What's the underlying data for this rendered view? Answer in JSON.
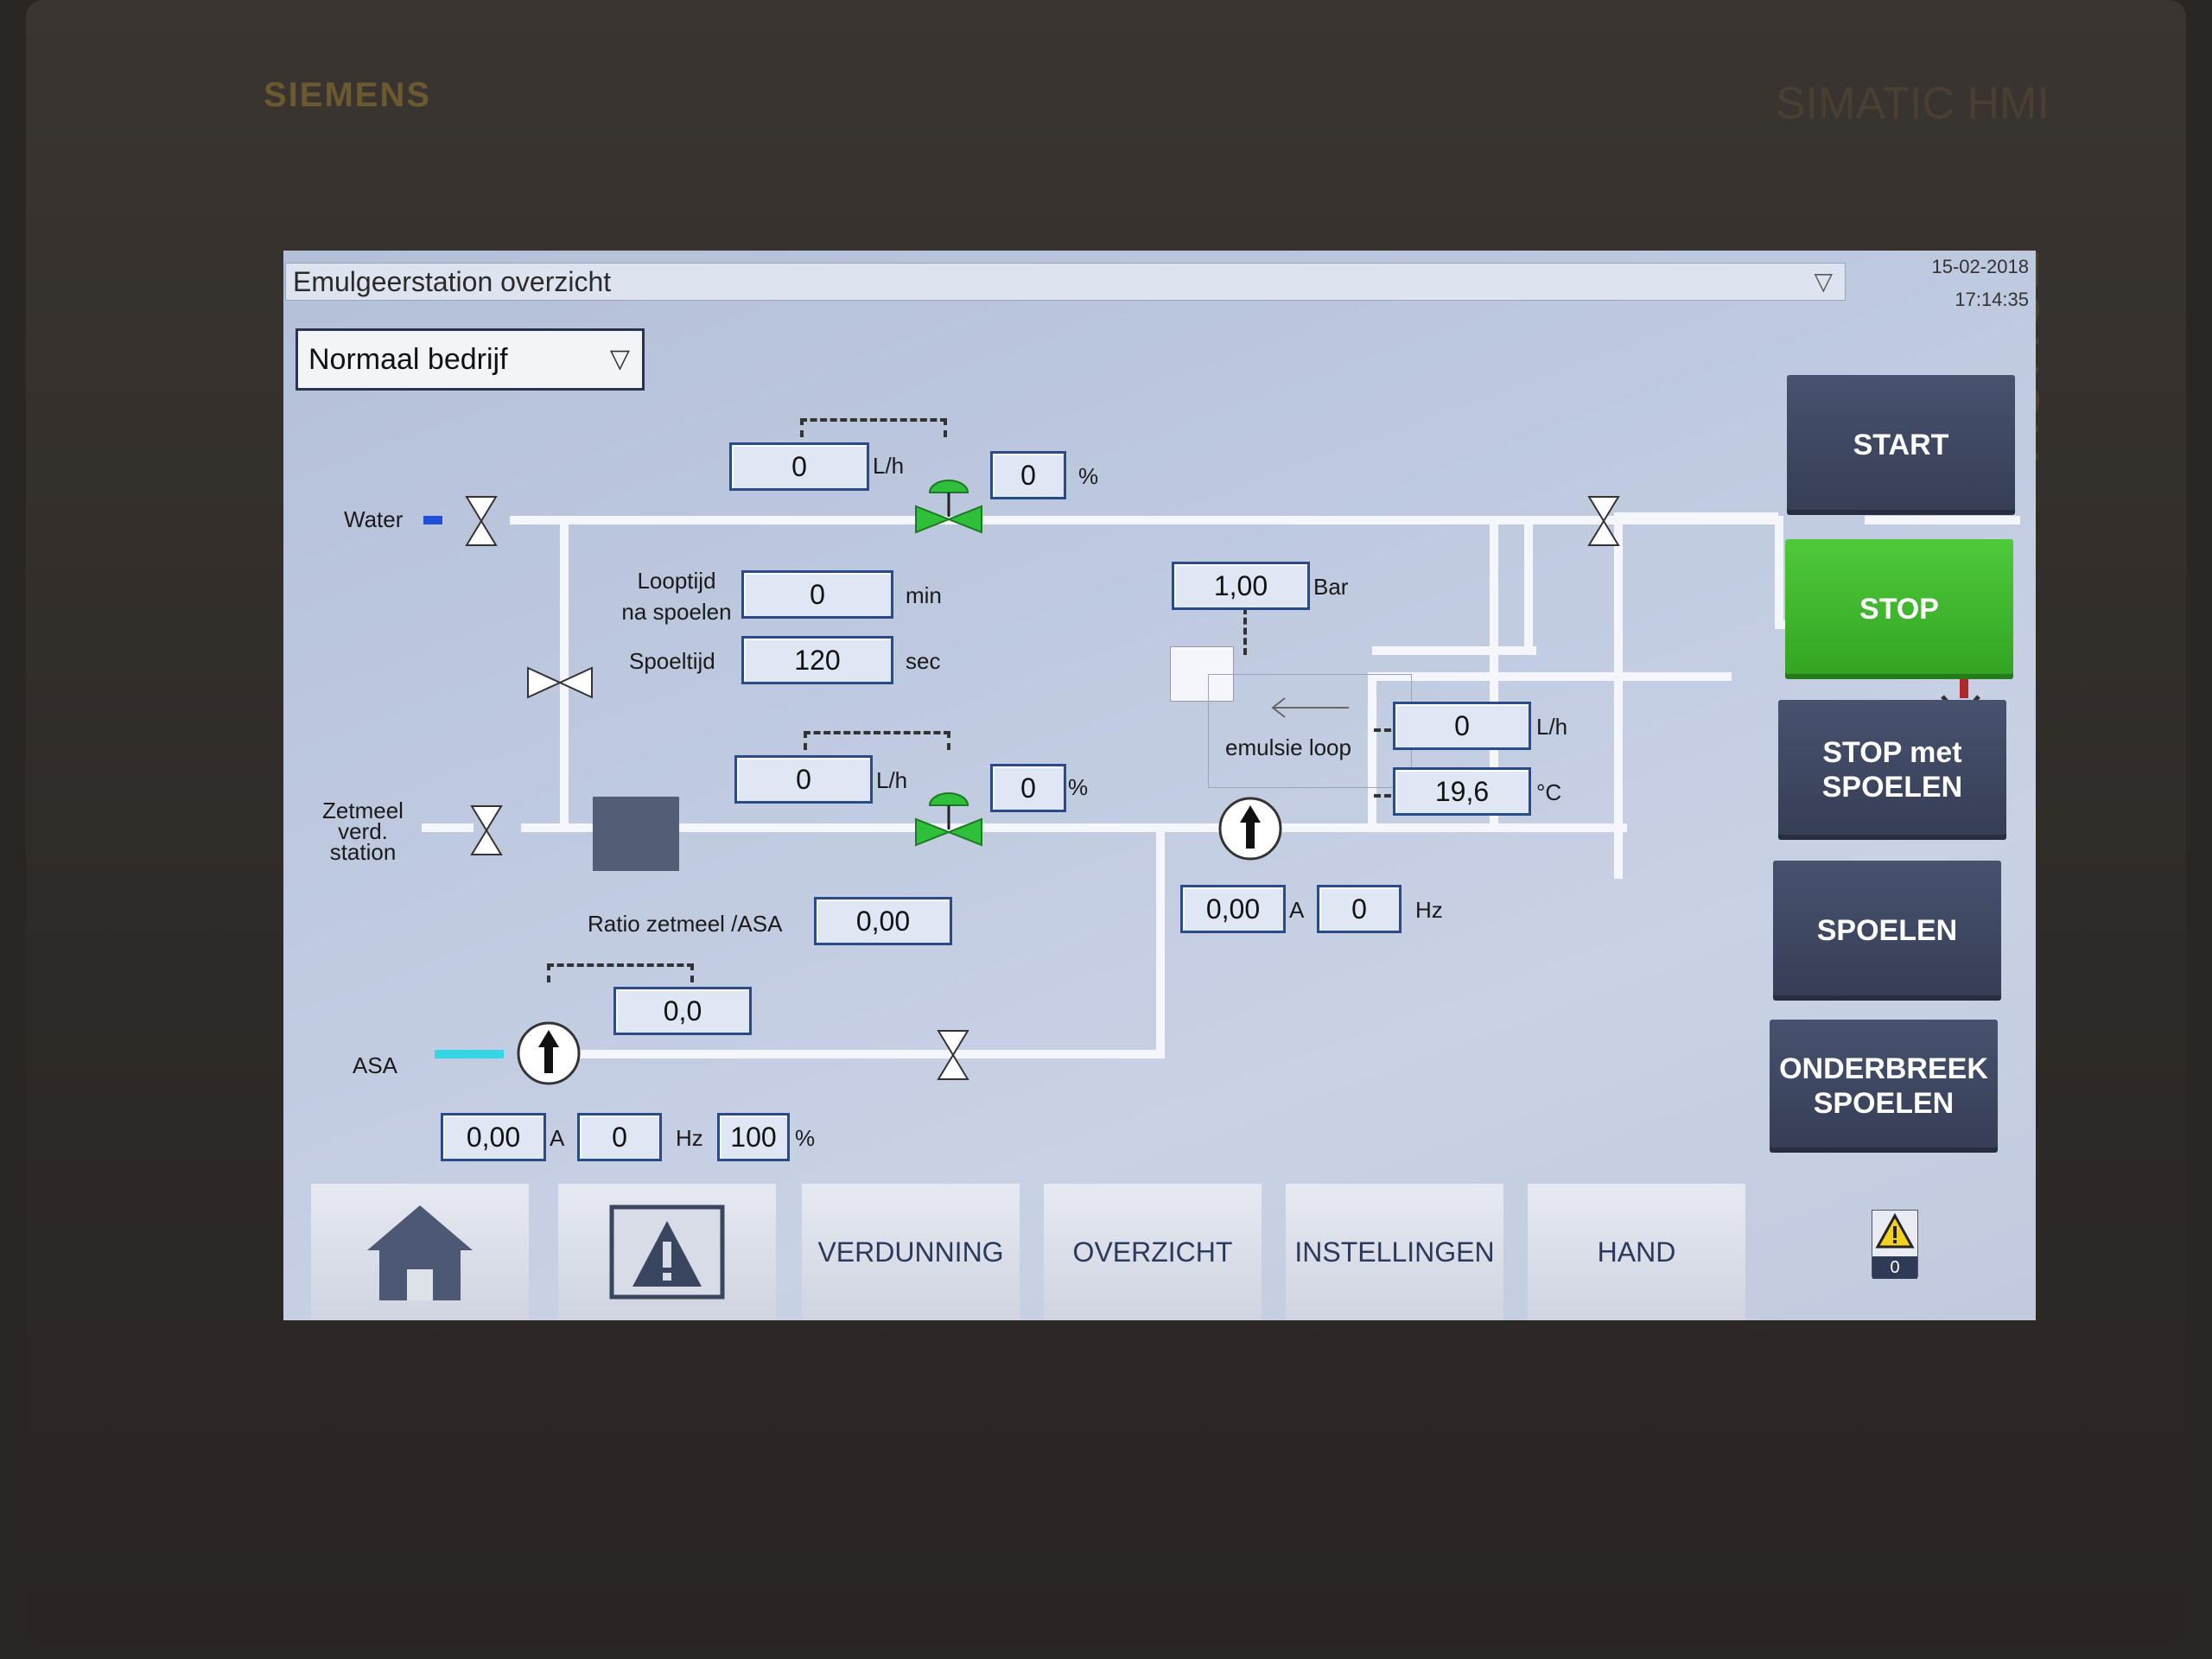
{
  "device": {
    "brand": "SIEMENS",
    "model": "SIMATIC HMI",
    "touch_label": "TOUCH"
  },
  "header": {
    "title": "Emulgeerstation overzicht",
    "date": "15-02-2018",
    "time": "17:14:35"
  },
  "mode": {
    "selected": "Normaal bedrijf"
  },
  "water": {
    "label": "Water",
    "flow_value": "0",
    "flow_unit": "L/h",
    "valve_value": "0",
    "valve_unit": "%"
  },
  "rinse": {
    "looptijd_label_1": "Looptijd",
    "looptijd_label_2": "na spoelen",
    "looptijd_value": "0",
    "looptijd_unit": "min",
    "spoeltijd_label": "Spoeltijd",
    "spoeltijd_value": "120",
    "spoeltijd_unit": "sec"
  },
  "pressure": {
    "value": "1,00",
    "unit": "Bar"
  },
  "emulsion_loop": {
    "label": "emulsie loop",
    "flow_value": "0",
    "flow_unit": "L/h",
    "temp_value": "19,6",
    "temp_unit": "°C",
    "pump_current": "0,00",
    "current_unit": "A",
    "pump_freq": "0",
    "freq_unit": "Hz"
  },
  "starch": {
    "label_1": "Zetmeel",
    "label_2": "verd.",
    "label_3": "station",
    "flow_value": "0",
    "flow_unit": "L/h",
    "valve_value": "0",
    "valve_unit": "%"
  },
  "ratio": {
    "label": "Ratio zetmeel /ASA",
    "value": "0,00"
  },
  "asa": {
    "label": "ASA",
    "setpoint": "0,0",
    "pump_current": "0,00",
    "current_unit": "A",
    "pump_freq": "0",
    "freq_unit": "Hz",
    "pump_percent": "100",
    "percent_unit": "%"
  },
  "buttons": {
    "start": "START",
    "stop": "STOP",
    "stop_rinse_1": "STOP met",
    "stop_rinse_2": "SPOELEN",
    "rinse": "SPOELEN",
    "interrupt_1": "ONDERBREEK",
    "interrupt_2": "SPOELEN"
  },
  "nav": {
    "verdunning": "VERDUNNING",
    "overzicht": "OVERZICHT",
    "instellingen": "INSTELLINGEN",
    "hand": "HAND",
    "alarm_count": "0"
  },
  "colors": {
    "stop_green": "#3fb92e",
    "button_dark": "#3e4660",
    "valve_green": "#2fbf3a",
    "drain_red": "#b12a2a"
  }
}
